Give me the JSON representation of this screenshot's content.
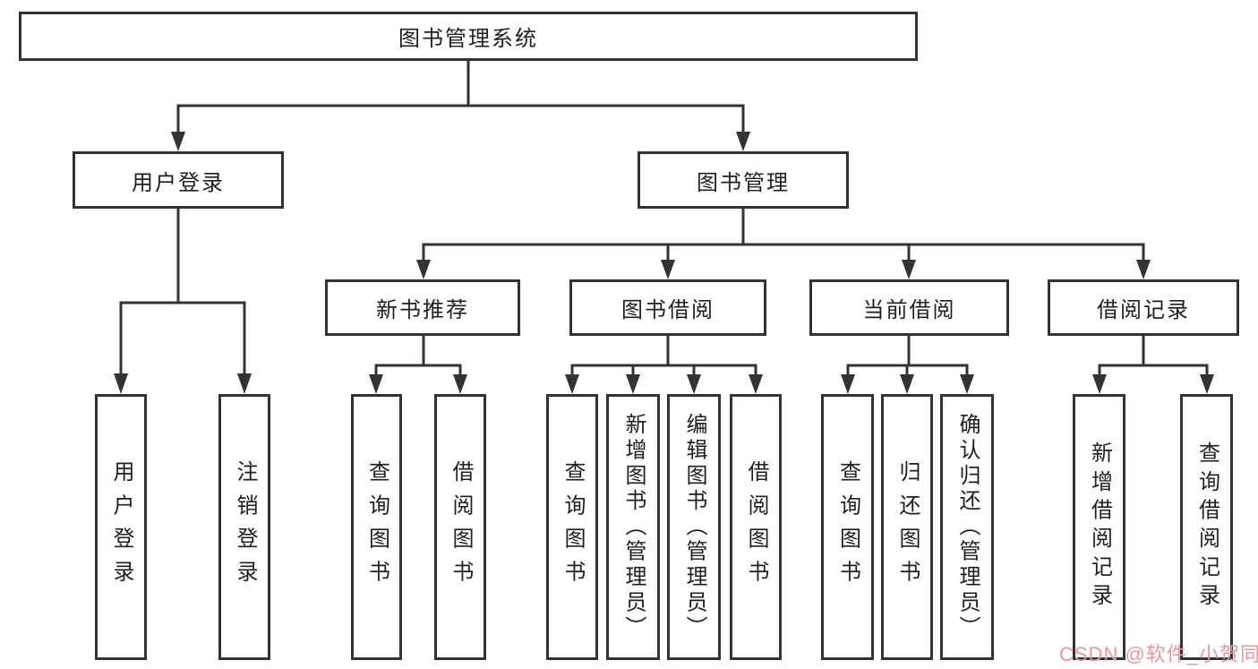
{
  "diagram": {
    "type": "functional-structure-tree",
    "watermark": "CSDN @软件_小贺同学",
    "colors": {
      "line_color": "#333333",
      "box_border": "#333333",
      "text_color": "#1f1f1f",
      "bg_color": "#ffffff",
      "watermark_color": "#e89898"
    }
  },
  "tree": {
    "label": "图书管理系统",
    "children": [
      {
        "label": "用户登录",
        "children": [
          {
            "label": "用户登录"
          },
          {
            "label": "注销登录"
          }
        ]
      },
      {
        "label": "图书管理",
        "children": [
          {
            "label": "新书推荐",
            "children": [
              {
                "label": "查询图书"
              },
              {
                "label": "借阅图书"
              }
            ]
          },
          {
            "label": "图书借阅",
            "children": [
              {
                "label": "查询图书"
              },
              {
                "label": "新增图书（管理员）"
              },
              {
                "label": "编辑图书（管理员）"
              },
              {
                "label": "借阅图书"
              }
            ]
          },
          {
            "label": "当前借阅",
            "children": [
              {
                "label": "查询图书"
              },
              {
                "label": "归还图书"
              },
              {
                "label": "确认归还（管理员）"
              }
            ]
          },
          {
            "label": "借阅记录",
            "children": [
              {
                "label": "新增借阅记录"
              },
              {
                "label": "查询借阅记录"
              }
            ]
          }
        ]
      }
    ]
  }
}
